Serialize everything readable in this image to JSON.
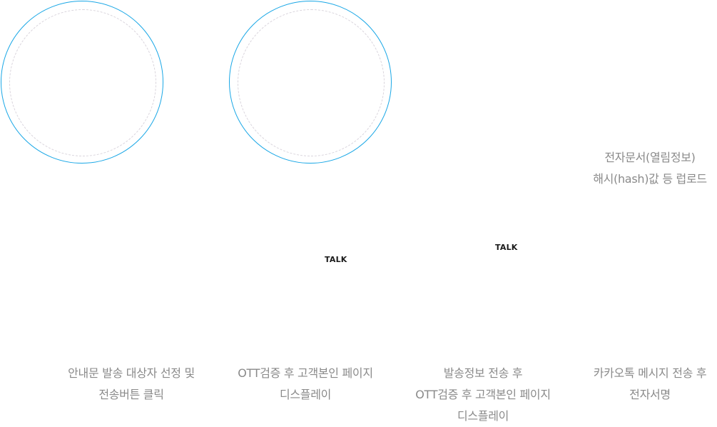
{
  "talk_badges": [
    "TALK",
    "TALK"
  ],
  "hash_caption": {
    "line1": "전자문서(열림정보)",
    "line2": "해시(hash)값 등 럽로드"
  },
  "steps": [
    {
      "line1": "안내문 발송 대상자 선정 및",
      "line2": "전송버튼 클릭"
    },
    {
      "line1": "OTT검증 후 고객본인 페이지",
      "line2": "디스플레이"
    },
    {
      "line1": "발송정보 전송 후",
      "line2": "OTT검증 후 고객본인 페이지",
      "line3": "디스플레이"
    },
    {
      "line1": "카카오톡 메시지 전송 후",
      "line2": "전자서명"
    }
  ],
  "colors": {
    "ring": "#19a7e6",
    "ring_dashed": "#d9d4dc",
    "caption_text": "#8a8a8a",
    "talk_text": "#1a1a1a"
  }
}
